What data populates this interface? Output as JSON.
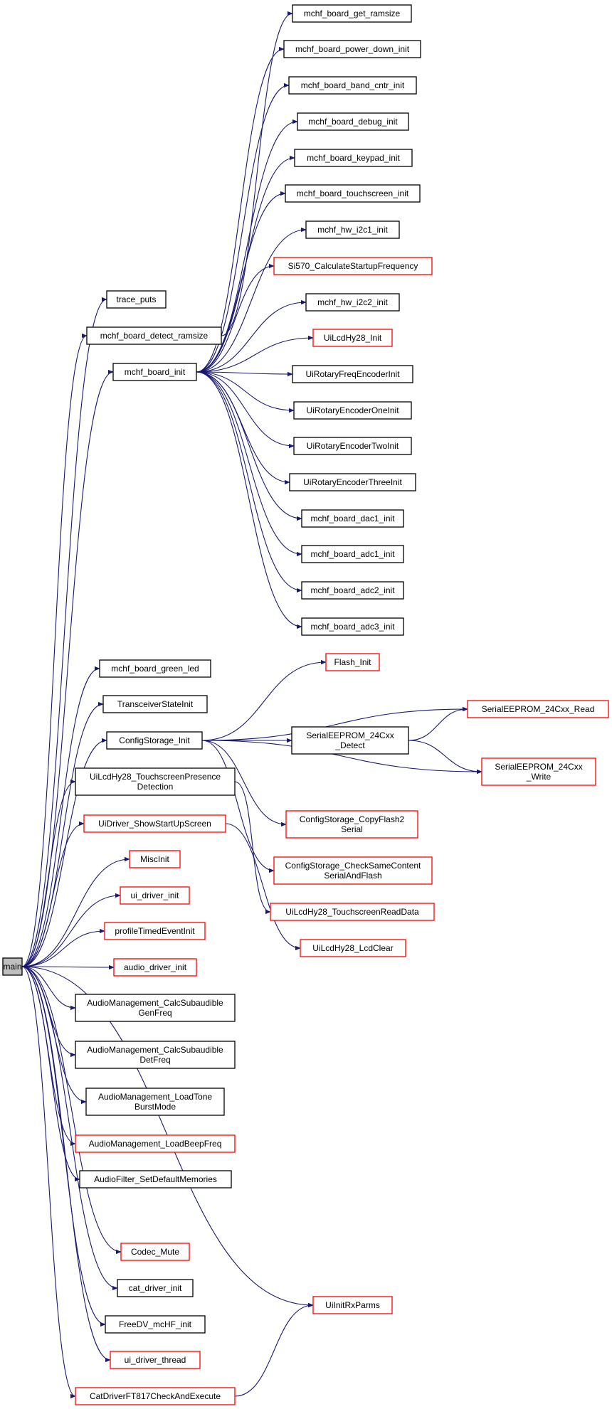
{
  "colors": {
    "edge": "#191970",
    "border_defined": "#000000",
    "border_undocumented": "#ff0000",
    "root_fill": "#bfbfbf",
    "node_fill": "#ffffff"
  },
  "nodes": [
    {
      "id": "main",
      "lines": [
        "main"
      ],
      "style": "root"
    },
    {
      "id": "trace_puts",
      "lines": [
        "trace_puts"
      ],
      "style": "black"
    },
    {
      "id": "detect_ramsize",
      "lines": [
        "mchf_board_detect_ramsize"
      ],
      "style": "black"
    },
    {
      "id": "board_init",
      "lines": [
        "mchf_board_init"
      ],
      "style": "black"
    },
    {
      "id": "get_ramsize",
      "lines": [
        "mchf_board_get_ramsize"
      ],
      "style": "black"
    },
    {
      "id": "power_down_init",
      "lines": [
        "mchf_board_power_down_init"
      ],
      "style": "black"
    },
    {
      "id": "band_cntr_init",
      "lines": [
        "mchf_board_band_cntr_init"
      ],
      "style": "black"
    },
    {
      "id": "debug_init",
      "lines": [
        "mchf_board_debug_init"
      ],
      "style": "black"
    },
    {
      "id": "keypad_init",
      "lines": [
        "mchf_board_keypad_init"
      ],
      "style": "black"
    },
    {
      "id": "touchscreen_init",
      "lines": [
        "mchf_board_touchscreen_init"
      ],
      "style": "black"
    },
    {
      "id": "hw_i2c1_init",
      "lines": [
        "mchf_hw_i2c1_init"
      ],
      "style": "black"
    },
    {
      "id": "si570",
      "lines": [
        "Si570_CalculateStartupFrequency"
      ],
      "style": "red"
    },
    {
      "id": "hw_i2c2_init",
      "lines": [
        "mchf_hw_i2c2_init"
      ],
      "style": "black"
    },
    {
      "id": "lcdhy28_init",
      "lines": [
        "UiLcdHy28_Init"
      ],
      "style": "red"
    },
    {
      "id": "rot_freq",
      "lines": [
        "UiRotaryFreqEncoderInit"
      ],
      "style": "black"
    },
    {
      "id": "rot_one",
      "lines": [
        "UiRotaryEncoderOneInit"
      ],
      "style": "black"
    },
    {
      "id": "rot_two",
      "lines": [
        "UiRotaryEncoderTwoInit"
      ],
      "style": "black"
    },
    {
      "id": "rot_three",
      "lines": [
        "UiRotaryEncoderThreeInit"
      ],
      "style": "black"
    },
    {
      "id": "dac1",
      "lines": [
        "mchf_board_dac1_init"
      ],
      "style": "black"
    },
    {
      "id": "adc1",
      "lines": [
        "mchf_board_adc1_init"
      ],
      "style": "black"
    },
    {
      "id": "adc2",
      "lines": [
        "mchf_board_adc2_init"
      ],
      "style": "black"
    },
    {
      "id": "adc3",
      "lines": [
        "mchf_board_adc3_init"
      ],
      "style": "black"
    },
    {
      "id": "green_led",
      "lines": [
        "mchf_board_green_led"
      ],
      "style": "black"
    },
    {
      "id": "transceiver_state",
      "lines": [
        "TransceiverStateInit"
      ],
      "style": "black"
    },
    {
      "id": "config_storage",
      "lines": [
        "ConfigStorage_Init"
      ],
      "style": "black"
    },
    {
      "id": "flash_init",
      "lines": [
        "Flash_Init"
      ],
      "style": "red"
    },
    {
      "id": "eeprom_read",
      "lines": [
        "SerialEEPROM_24Cxx_Read"
      ],
      "style": "red"
    },
    {
      "id": "eeprom_detect",
      "lines": [
        "SerialEEPROM_24Cxx",
        "_Detect"
      ],
      "style": "black"
    },
    {
      "id": "eeprom_write",
      "lines": [
        "SerialEEPROM_24Cxx",
        "_Write"
      ],
      "style": "red"
    },
    {
      "id": "copy_flash",
      "lines": [
        "ConfigStorage_CopyFlash2",
        "Serial"
      ],
      "style": "red"
    },
    {
      "id": "check_same",
      "lines": [
        "ConfigStorage_CheckSameContent",
        "SerialAndFlash"
      ],
      "style": "red"
    },
    {
      "id": "touch_presence",
      "lines": [
        "UiLcdHy28_TouchscreenPresence",
        "Detection"
      ],
      "style": "black"
    },
    {
      "id": "touch_read",
      "lines": [
        "UiLcdHy28_TouchscreenReadData"
      ],
      "style": "red"
    },
    {
      "id": "show_startup",
      "lines": [
        "UiDriver_ShowStartUpScreen"
      ],
      "style": "red"
    },
    {
      "id": "lcd_clear",
      "lines": [
        "UiLcdHy28_LcdClear"
      ],
      "style": "red"
    },
    {
      "id": "misc_init",
      "lines": [
        "MiscInit"
      ],
      "style": "red"
    },
    {
      "id": "ui_driver_init",
      "lines": [
        "ui_driver_init"
      ],
      "style": "red"
    },
    {
      "id": "profile_timed",
      "lines": [
        "profileTimedEventInit"
      ],
      "style": "red"
    },
    {
      "id": "audio_driver_init",
      "lines": [
        "audio_driver_init"
      ],
      "style": "red"
    },
    {
      "id": "calc_gen",
      "lines": [
        "AudioManagement_CalcSubaudible",
        "GenFreq"
      ],
      "style": "black"
    },
    {
      "id": "calc_det",
      "lines": [
        "AudioManagement_CalcSubaudible",
        "DetFreq"
      ],
      "style": "black"
    },
    {
      "id": "load_tone",
      "lines": [
        "AudioManagement_LoadTone",
        "BurstMode"
      ],
      "style": "black"
    },
    {
      "id": "load_beep",
      "lines": [
        "AudioManagement_LoadBeepFreq"
      ],
      "style": "red"
    },
    {
      "id": "filter_memories",
      "lines": [
        "AudioFilter_SetDefaultMemories"
      ],
      "style": "black"
    },
    {
      "id": "codec_mute",
      "lines": [
        "Codec_Mute"
      ],
      "style": "red"
    },
    {
      "id": "cat_driver_init",
      "lines": [
        "cat_driver_init"
      ],
      "style": "black"
    },
    {
      "id": "freedv_init",
      "lines": [
        "FreeDV_mcHF_init"
      ],
      "style": "black"
    },
    {
      "id": "ui_driver_thread",
      "lines": [
        "ui_driver_thread"
      ],
      "style": "red"
    },
    {
      "id": "cat_ft817",
      "lines": [
        "CatDriverFT817CheckAndExecute"
      ],
      "style": "red"
    },
    {
      "id": "ui_init_rx",
      "lines": [
        "UiInitRxParms"
      ],
      "style": "red"
    }
  ],
  "edges": [
    [
      "main",
      "trace_puts"
    ],
    [
      "main",
      "detect_ramsize"
    ],
    [
      "main",
      "board_init"
    ],
    [
      "main",
      "green_led"
    ],
    [
      "main",
      "transceiver_state"
    ],
    [
      "main",
      "config_storage"
    ],
    [
      "main",
      "touch_presence"
    ],
    [
      "main",
      "show_startup"
    ],
    [
      "main",
      "misc_init"
    ],
    [
      "main",
      "ui_driver_init"
    ],
    [
      "main",
      "profile_timed"
    ],
    [
      "main",
      "audio_driver_init"
    ],
    [
      "main",
      "calc_gen"
    ],
    [
      "main",
      "calc_det"
    ],
    [
      "main",
      "load_tone"
    ],
    [
      "main",
      "load_beep"
    ],
    [
      "main",
      "filter_memories"
    ],
    [
      "main",
      "ui_init_rx"
    ],
    [
      "main",
      "codec_mute"
    ],
    [
      "main",
      "cat_driver_init"
    ],
    [
      "main",
      "freedv_init"
    ],
    [
      "main",
      "ui_driver_thread"
    ],
    [
      "main",
      "cat_ft817"
    ],
    [
      "detect_ramsize",
      "get_ramsize"
    ],
    [
      "board_init",
      "power_down_init"
    ],
    [
      "board_init",
      "band_cntr_init"
    ],
    [
      "board_init",
      "debug_init"
    ],
    [
      "board_init",
      "keypad_init"
    ],
    [
      "board_init",
      "touchscreen_init"
    ],
    [
      "board_init",
      "hw_i2c1_init"
    ],
    [
      "board_init",
      "si570"
    ],
    [
      "board_init",
      "hw_i2c2_init"
    ],
    [
      "board_init",
      "lcdhy28_init"
    ],
    [
      "board_init",
      "rot_freq"
    ],
    [
      "board_init",
      "rot_one"
    ],
    [
      "board_init",
      "rot_two"
    ],
    [
      "board_init",
      "rot_three"
    ],
    [
      "board_init",
      "dac1"
    ],
    [
      "board_init",
      "adc1"
    ],
    [
      "board_init",
      "adc2"
    ],
    [
      "board_init",
      "adc3"
    ],
    [
      "config_storage",
      "flash_init"
    ],
    [
      "config_storage",
      "eeprom_read"
    ],
    [
      "config_storage",
      "eeprom_detect"
    ],
    [
      "config_storage",
      "eeprom_write"
    ],
    [
      "config_storage",
      "copy_flash"
    ],
    [
      "config_storage",
      "check_same"
    ],
    [
      "eeprom_detect",
      "eeprom_read"
    ],
    [
      "eeprom_detect",
      "eeprom_write"
    ],
    [
      "touch_presence",
      "touch_read"
    ],
    [
      "show_startup",
      "lcd_clear"
    ],
    [
      "cat_ft817",
      "ui_init_rx"
    ]
  ]
}
